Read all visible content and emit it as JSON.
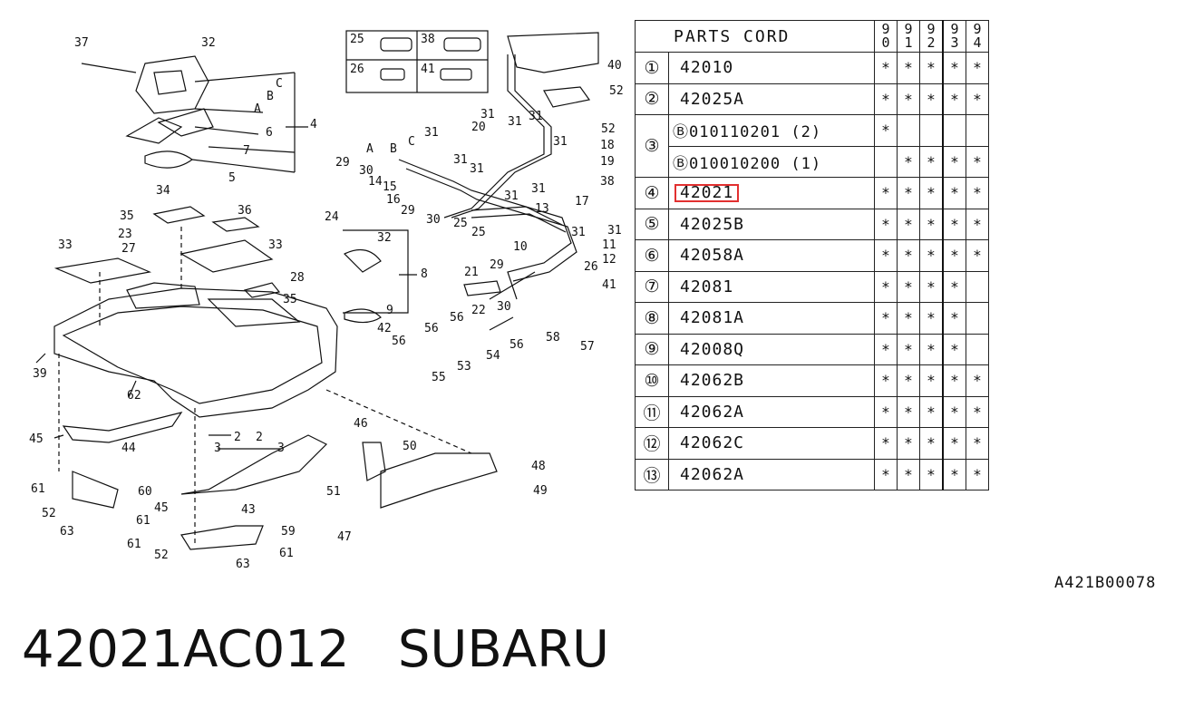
{
  "table": {
    "title": "PARTS CORD",
    "years": [
      [
        "9",
        "0"
      ],
      [
        "9",
        "1"
      ],
      [
        "9",
        "2"
      ],
      [
        "9",
        "3"
      ],
      [
        "9",
        "4"
      ]
    ],
    "rows": [
      {
        "idx": "①",
        "code": "42010",
        "marks": [
          "*",
          "*",
          "*",
          "*",
          "*"
        ]
      },
      {
        "idx": "②",
        "code": "42025A",
        "marks": [
          "*",
          "*",
          "*",
          "*",
          "*"
        ]
      },
      {
        "idx": "③",
        "code": "Ⓑ010110201 (2)",
        "marks": [
          "*",
          "",
          "",
          "",
          ""
        ],
        "sub": true,
        "span_idx": true
      },
      {
        "idx": "",
        "code": "Ⓑ010010200 (1)",
        "marks": [
          "",
          "*",
          "*",
          "*",
          "*"
        ],
        "sub": true,
        "merged": true
      },
      {
        "idx": "④",
        "code": "42021",
        "marks": [
          "*",
          "*",
          "*",
          "*",
          "*"
        ],
        "highlight": true
      },
      {
        "idx": "⑤",
        "code": "42025B",
        "marks": [
          "*",
          "*",
          "*",
          "*",
          "*"
        ]
      },
      {
        "idx": "⑥",
        "code": "42058A",
        "marks": [
          "*",
          "*",
          "*",
          "*",
          "*"
        ]
      },
      {
        "idx": "⑦",
        "code": "42081",
        "marks": [
          "*",
          "*",
          "*",
          "*",
          ""
        ]
      },
      {
        "idx": "⑧",
        "code": "42081A",
        "marks": [
          "*",
          "*",
          "*",
          "*",
          ""
        ]
      },
      {
        "idx": "⑨",
        "code": "42008Q",
        "marks": [
          "*",
          "*",
          "*",
          "*",
          ""
        ]
      },
      {
        "idx": "⑩",
        "code": "42062B",
        "marks": [
          "*",
          "*",
          "*",
          "*",
          "*"
        ]
      },
      {
        "idx": "⑪",
        "code": "42062A",
        "marks": [
          "*",
          "*",
          "*",
          "*",
          "*"
        ]
      },
      {
        "idx": "⑫",
        "code": "42062C",
        "marks": [
          "*",
          "*",
          "*",
          "*",
          "*"
        ]
      },
      {
        "idx": "⑬",
        "code": "42062A",
        "marks": [
          "*",
          "*",
          "*",
          "*",
          "*"
        ]
      }
    ]
  },
  "diagram": {
    "callouts": [
      "37",
      "32",
      "4",
      "6",
      "7",
      "5",
      "A",
      "B",
      "25",
      "38",
      "26",
      "41",
      "40",
      "52",
      "31",
      "20",
      "18",
      "19",
      "38",
      "31",
      "29",
      "30",
      "14",
      "15",
      "16",
      "29",
      "30",
      "25",
      "13",
      "17",
      "31",
      "25",
      "10",
      "11",
      "12",
      "26",
      "41",
      "21",
      "22",
      "29",
      "30",
      "56",
      "56",
      "56",
      "53",
      "55",
      "54",
      "58",
      "57",
      "34",
      "35",
      "36",
      "23",
      "27",
      "33",
      "33",
      "24",
      "28",
      "32",
      "8",
      "9",
      "42",
      "35",
      "39",
      "62",
      "45",
      "44",
      "2",
      "3",
      "2",
      "3",
      "46",
      "50",
      "48",
      "49",
      "61",
      "60",
      "52",
      "61",
      "63",
      "45",
      "43",
      "59",
      "47",
      "61",
      "52",
      "63",
      "51",
      "B",
      "A",
      "C"
    ]
  },
  "reference_code": "A421B00078",
  "caption": "42021AC012   SUBARU",
  "colors": {
    "highlight": "#e23030",
    "ink": "#111111"
  }
}
